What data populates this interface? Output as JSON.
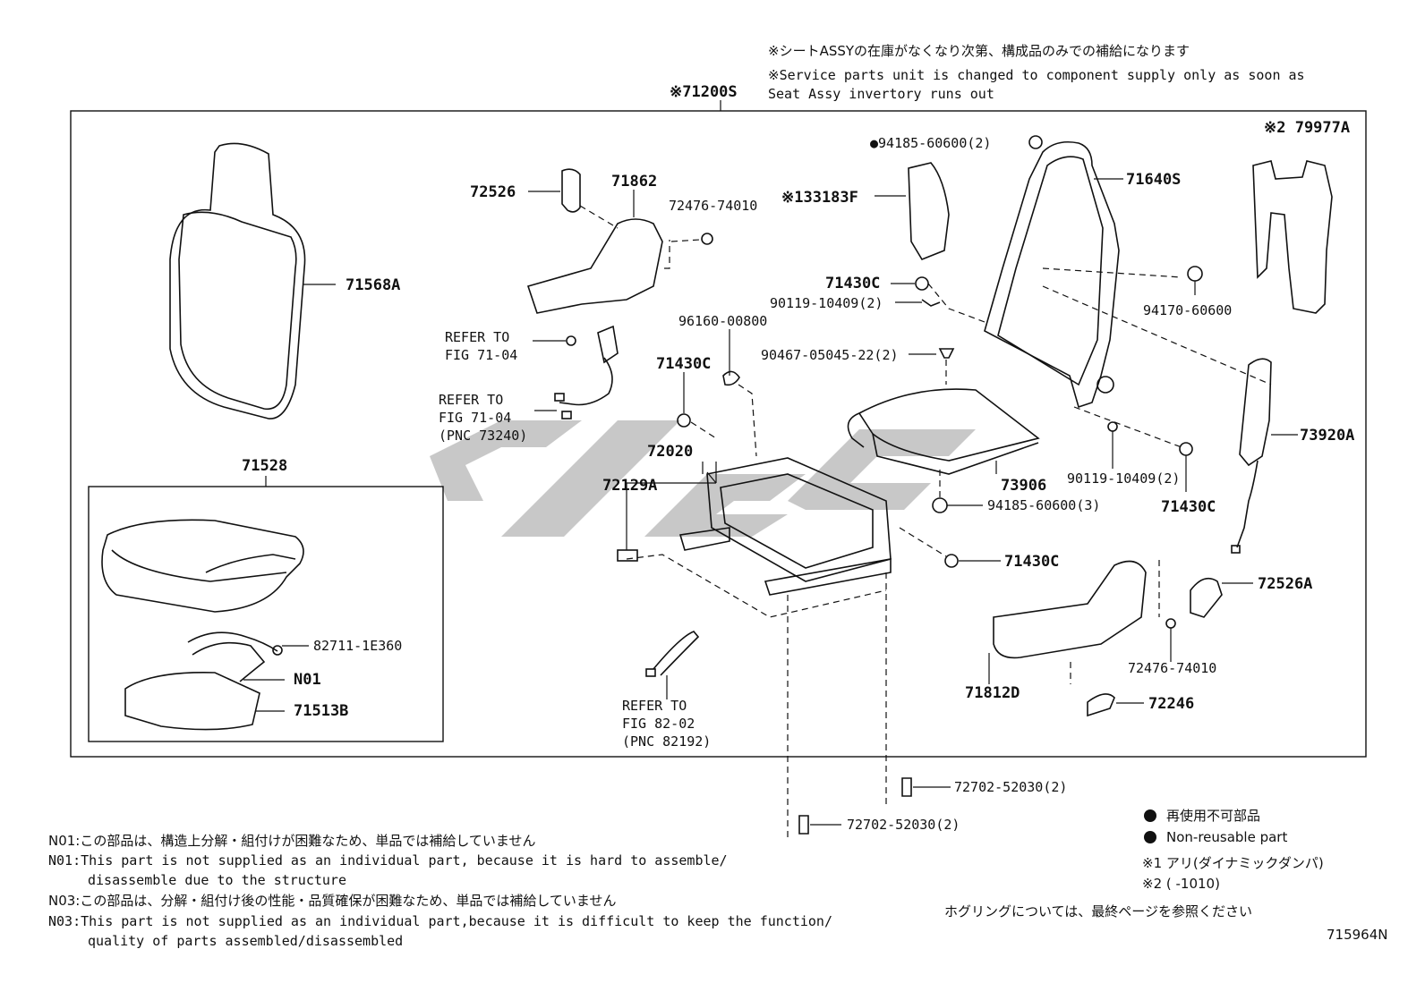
{
  "header": {
    "note_jp": "※シートASSYの在庫がなくなり次第、構成品のみでの補給になります",
    "note_en_1": "※Service parts unit is changed to component supply only as soon as",
    "note_en_2": "Seat Assy invertory runs out",
    "assembly_label": "※71200S"
  },
  "parts": {
    "p71568A": "71568A",
    "p71528": "71528",
    "p82711": "82711-1E360",
    "pN01": "N01",
    "p71513B": "71513B",
    "p72526": "72526",
    "p71862": "71862",
    "p72476a": "72476-74010",
    "refer_a_1": "REFER TO",
    "refer_a_2": "FIG 71-04",
    "refer_b_1": "REFER TO",
    "refer_b_2": "FIG 71-04",
    "refer_b_3": "(PNC 73240)",
    "p96160": "96160-00800",
    "p71430C_a": "71430C",
    "p72020": "72020",
    "p72129A": "72129A",
    "refer_c_1": "REFER TO",
    "refer_c_2": "FIG 82-02",
    "refer_c_3": "(PNC 82192)",
    "p94185a": "●94185-60600(2)",
    "p133183F": "※133183F",
    "p71430C_b": "71430C",
    "p90119a": "90119-10409(2)",
    "p90467": "90467-05045-22(2)",
    "p73906": "73906",
    "p94185b": "94185-60600(3)",
    "p71430C_c": "71430C",
    "p71640S": "71640S",
    "p79977A": "※2 79977A",
    "p94170": "94170-60600",
    "p73920A": "73920A",
    "p90119b": "90119-10409(2)",
    "p71430C_d": "71430C",
    "p72526A": "72526A",
    "p72476b": "72476-74010",
    "p71812D": "71812D",
    "p72246": "72246",
    "p72702a": "72702-52030(2)",
    "p72702b": "72702-52030(2)"
  },
  "legend": {
    "nonreuse_jp": "再使用不可部品",
    "nonreuse_en": "Non-reusable part",
    "mark1": "※1  アリ(ダイナミックダンパ)",
    "mark2": "※2 (      -1010)",
    "hog_ring": "ホグリングについては、最終ページを参照ください",
    "diagram_id": "715964N"
  },
  "footnotes": {
    "n01_jp": "N01:この部品は、構造上分解・組付けが困難なため、単品では補給していません",
    "n01_en_1": "N01:This part is not supplied as an individual part,  because it is hard to assemble/",
    "n01_en_2": "disassemble due to the structure",
    "n03_jp": "N03:この部品は、分解・組付け後の性能・品質確保が困難なため、単品では補給していません",
    "n03_en_1": "N03:This part is not supplied as an individual part,because it is difficult to keep the function/",
    "n03_en_2": "quality of parts assembled/disassembled"
  }
}
